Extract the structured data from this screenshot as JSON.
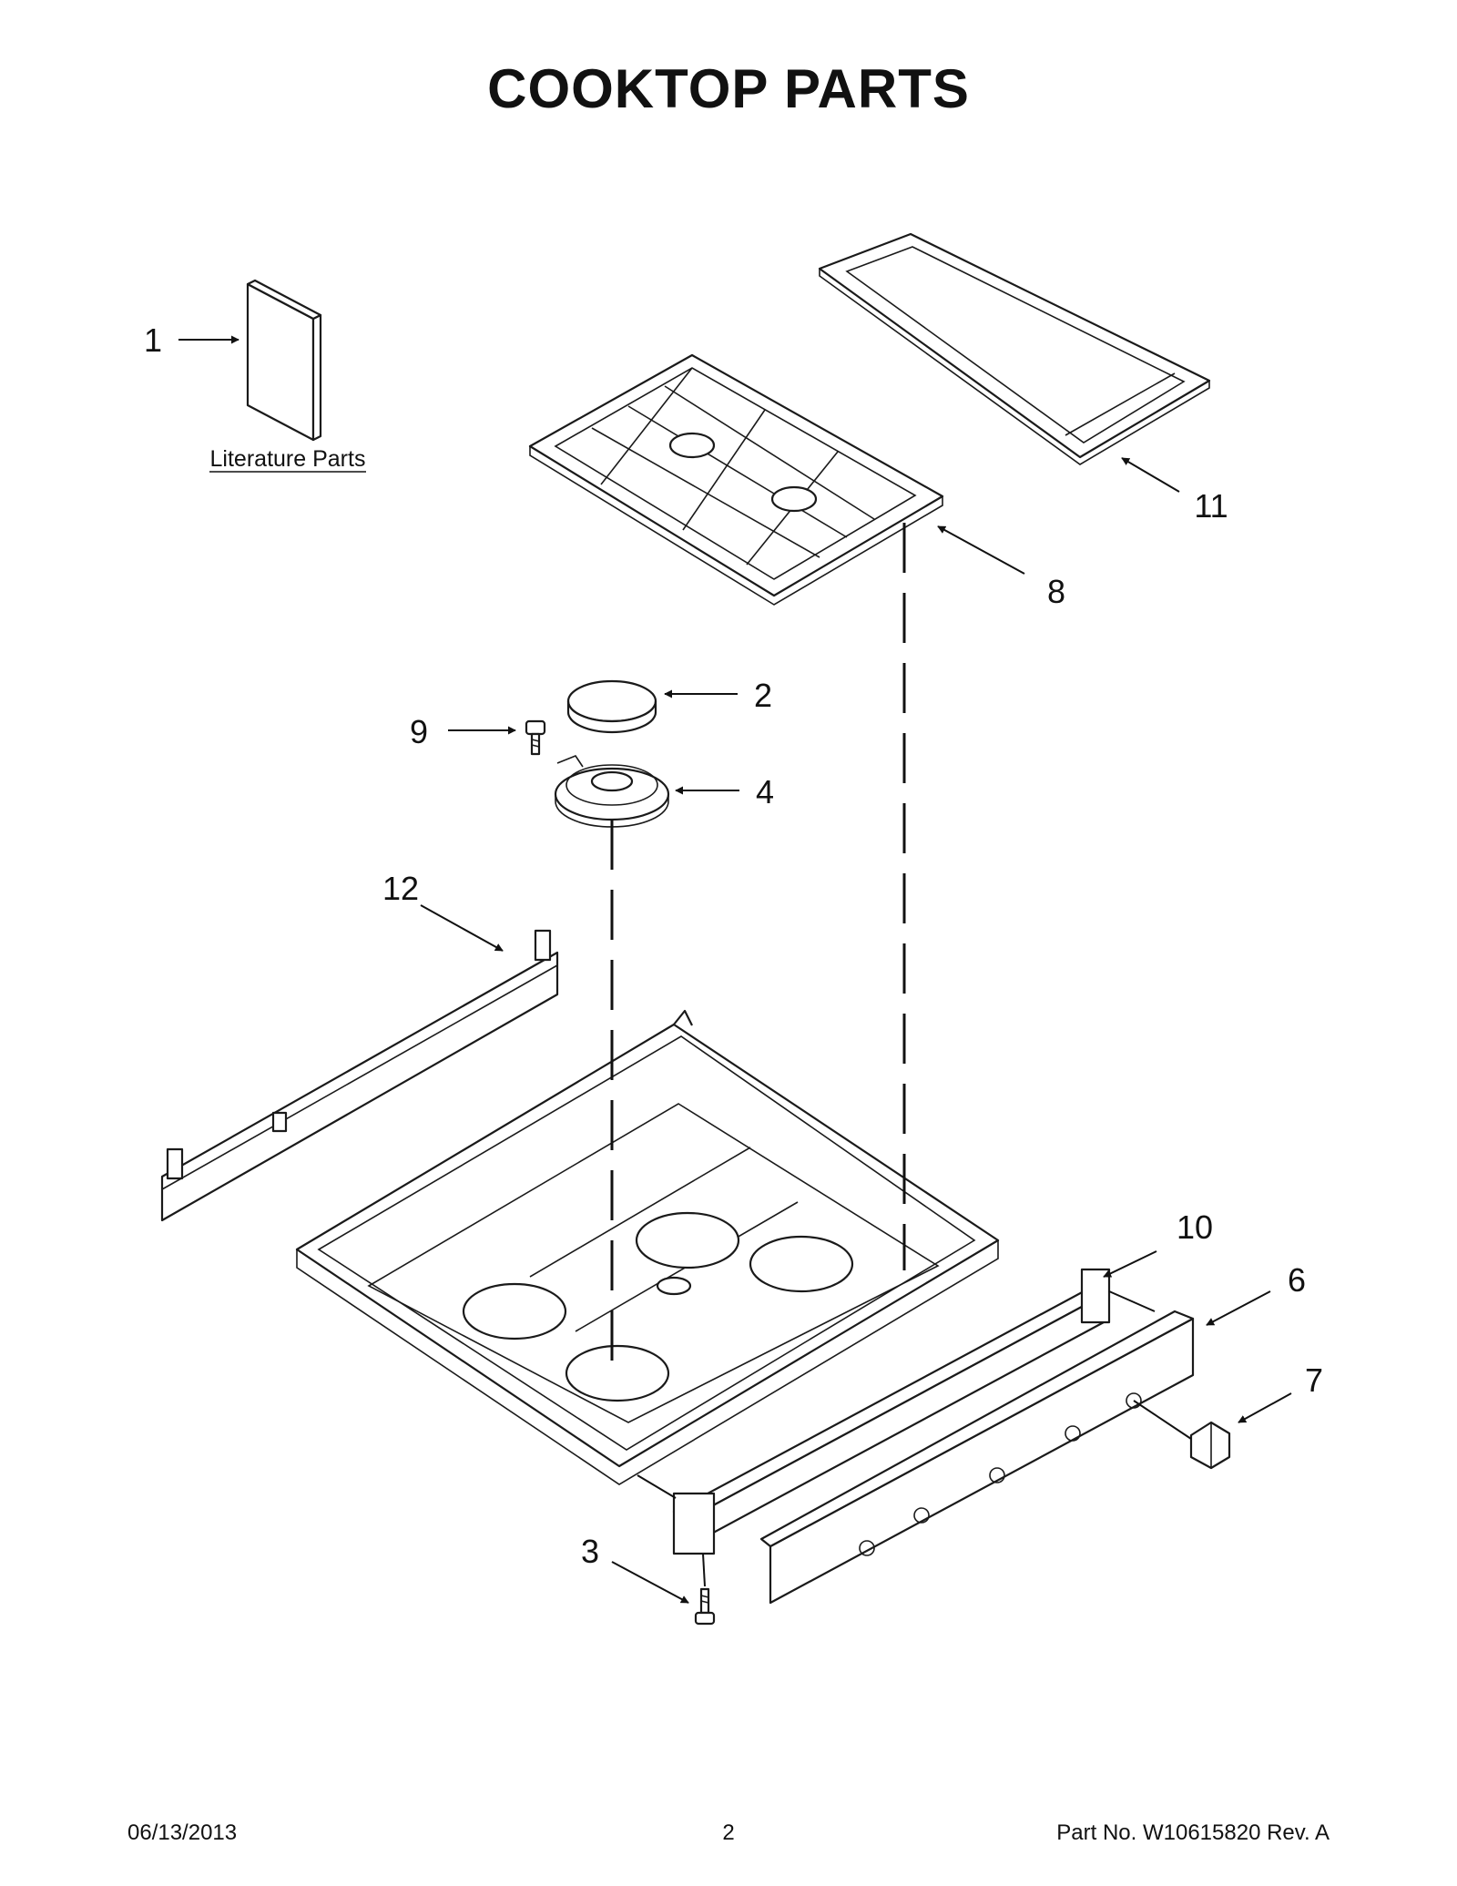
{
  "page": {
    "title": "COOKTOP  PARTS",
    "literature_label": "Literature Parts"
  },
  "callouts": {
    "c1": "1",
    "c2": "2",
    "c3": "3",
    "c4": "4",
    "c6": "6",
    "c7": "7",
    "c8": "8",
    "c9": "9",
    "c10": "10",
    "c11": "11",
    "c12": "12"
  },
  "footer": {
    "date": "06/13/2013",
    "page_number": "2",
    "part_no": "Part No.  W10615820  Rev.  A"
  }
}
